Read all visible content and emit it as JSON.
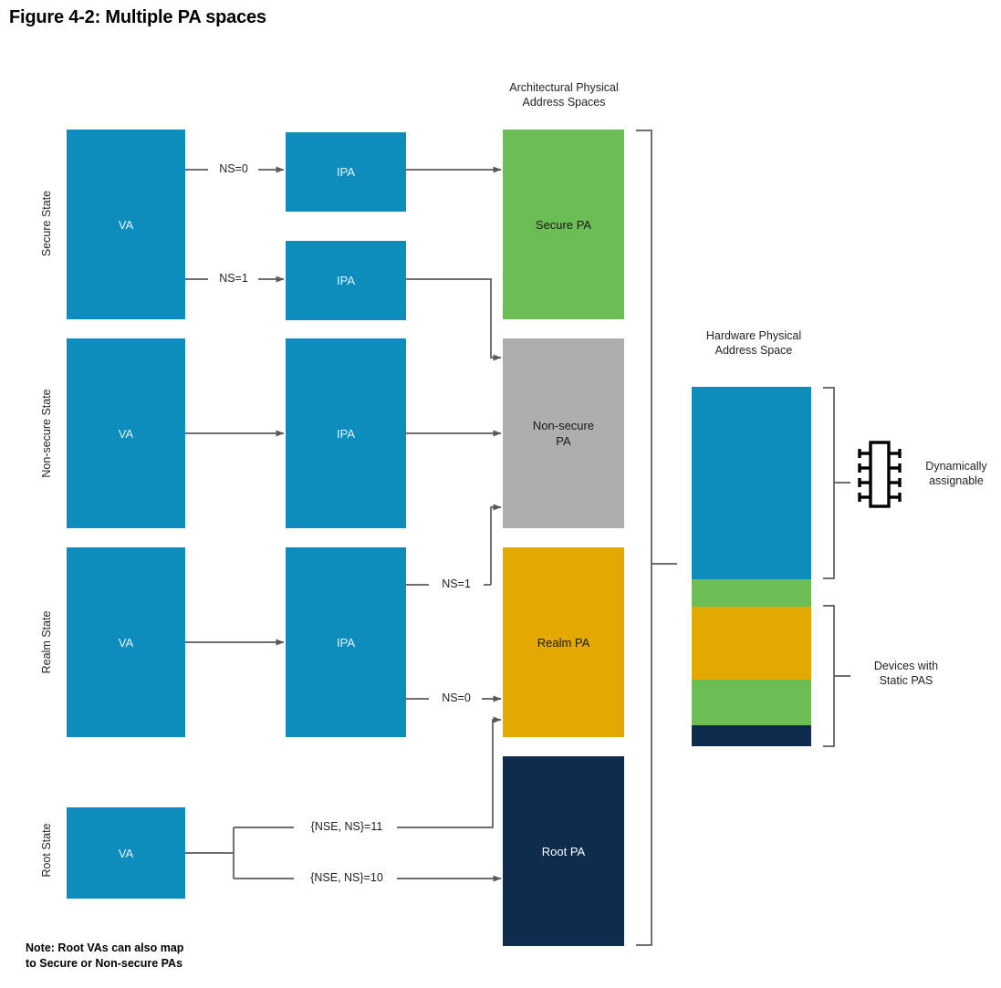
{
  "title": "Figure 4-2: Multiple PA spaces",
  "note": "Note: Root VAs can also map\nto Secure or Non-secure PAs",
  "headings": {
    "architectural": "Architectural Physical\nAddress Spaces",
    "hardware": "Hardware Physical\nAddress Space"
  },
  "states": [
    {
      "label": "Secure State"
    },
    {
      "label": "Non-secure State"
    },
    {
      "label": "Realm State"
    },
    {
      "label": "Root State"
    }
  ],
  "va_boxes": [
    {
      "label": "VA",
      "state": "Secure State"
    },
    {
      "label": "VA",
      "state": "Non-secure State"
    },
    {
      "label": "VA",
      "state": "Realm State"
    },
    {
      "label": "VA",
      "state": "Root State"
    }
  ],
  "ipa_boxes": [
    {
      "label": "IPA",
      "from": "Secure State",
      "via": "NS=0"
    },
    {
      "label": "IPA",
      "from": "Secure State",
      "via": "NS=1"
    },
    {
      "label": "IPA",
      "from": "Non-secure State",
      "via": ""
    },
    {
      "label": "IPA",
      "from": "Realm State",
      "via": ""
    }
  ],
  "pa_spaces": [
    {
      "label": "Secure PA",
      "color": "#6cbe54"
    },
    {
      "label": "Non-secure\nPA",
      "color": "#aeaeae"
    },
    {
      "label": "Realm PA",
      "color": "#e3a900"
    },
    {
      "label": "Root PA",
      "color": "#0e2d4e"
    }
  ],
  "edge_labels": {
    "secure_ns0": "NS=0",
    "secure_ns1": "NS=1",
    "realm_ns1": "NS=1",
    "realm_ns0": "NS=0",
    "root_nse_ns_11": "{NSE, NS}=11",
    "root_nse_ns_10": "{NSE, NS}=10"
  },
  "hardware_stack": [
    {
      "name": "dynamically-assignable-region",
      "color": "#0d8cbe"
    },
    {
      "name": "static-green-band-upper",
      "color": "#6cbe54"
    },
    {
      "name": "static-amber-band",
      "color": "#e3a900"
    },
    {
      "name": "static-green-band-lower",
      "color": "#6cbe54"
    },
    {
      "name": "static-navy-band",
      "color": "#0e2d4e"
    }
  ],
  "annotations": {
    "dynamic": "Dynamically\nassignable",
    "static": "Devices with\nStatic PAS"
  },
  "colors": {
    "blue": "#0d8cbe",
    "green": "#6cbe54",
    "gray": "#aeaeae",
    "amber": "#e3a900",
    "navy": "#0e2d4e",
    "line": "#595959",
    "text": "#231f20"
  }
}
